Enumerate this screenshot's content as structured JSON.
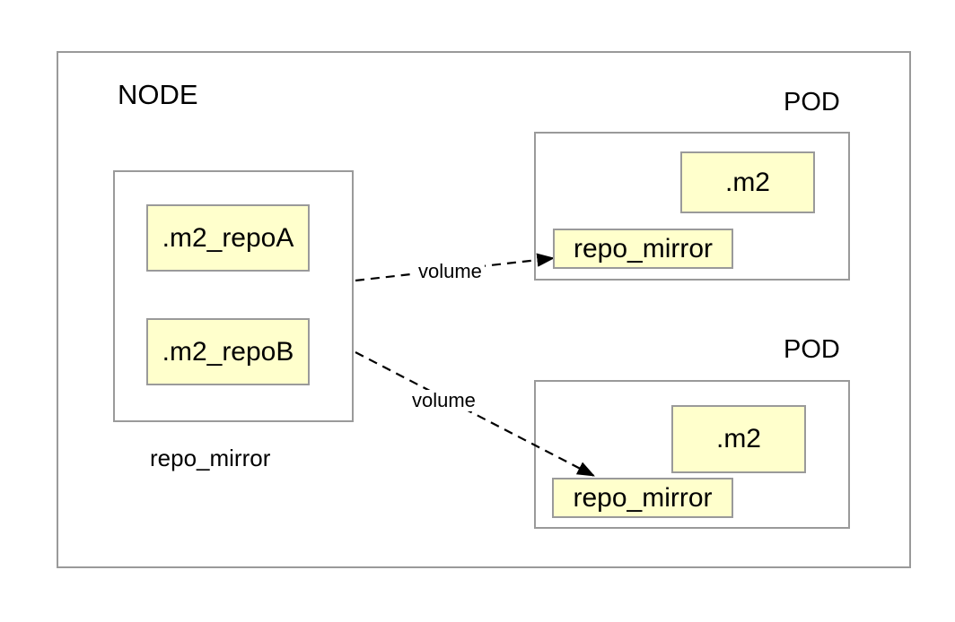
{
  "diagram": {
    "node": {
      "title": "NODE",
      "inner_caption": "repo_mirror",
      "volumes": [
        {
          "label": ".m2_repoA"
        },
        {
          "label": ".m2_repoB"
        }
      ]
    },
    "pods": [
      {
        "title": "POD",
        "m2_label": ".m2",
        "mirror_label": "repo_mirror"
      },
      {
        "title": "POD",
        "m2_label": ".m2",
        "mirror_label": "repo_mirror"
      }
    ],
    "connections": [
      {
        "label": "volume",
        "from": ".m2_repoA",
        "to": "pod-1-repo_mirror"
      },
      {
        "label": "volume",
        "from": ".m2_repoB",
        "to": "pod-2-repo_mirror"
      }
    ],
    "colors": {
      "box_fill": "#ffffcc",
      "box_border": "#9a9a9a",
      "container_border": "#9a9a9a",
      "text": "#000000",
      "arrow": "#000000",
      "background": "#ffffff"
    }
  }
}
